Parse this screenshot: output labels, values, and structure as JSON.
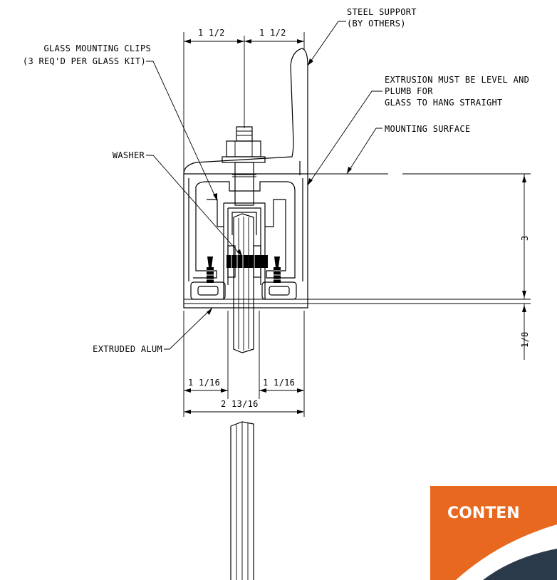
{
  "labels": {
    "steel_support_1": "STEEL SUPPORT",
    "steel_support_2": "(BY OTHERS)",
    "clips_1": "GLASS MOUNTING CLIPS",
    "clips_2": "(3 REQ'D PER GLASS KIT)",
    "extrusion_1": "EXTRUSION MUST BE LEVEL AND",
    "extrusion_2": "PLUMB FOR",
    "extrusion_3": "GLASS TO HANG STRAIGHT",
    "mounting_surface": "MOUNTING SURFACE",
    "washer": "WASHER",
    "extruded_alum": "EXTRUDED ALUM"
  },
  "dimensions": {
    "top_left": "1 1/2",
    "top_right": "1 1/2",
    "height": "3",
    "gap": "1/8",
    "bottom_left": "1 1/16",
    "bottom_right": "1 1/16",
    "overall_width": "2 13/16"
  },
  "badge": {
    "text": "CONTEN",
    "colors": {
      "orange": "#e8681f",
      "navy": "#2b3a4a"
    }
  }
}
